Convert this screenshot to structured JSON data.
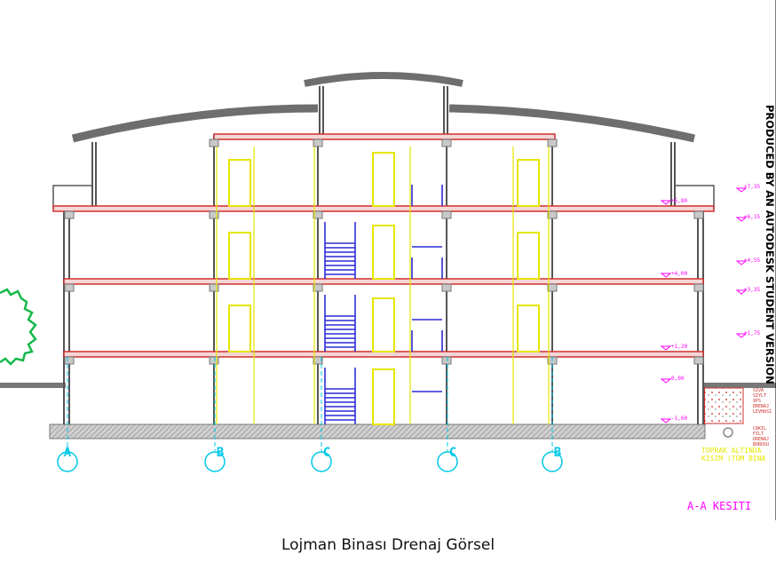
{
  "watermark": "PRODUCED BY AN AUTODESK STUDENT VERSION",
  "section_title": "A-A KESITI",
  "caption": "Lojman Binası Drenaj Görsel",
  "grid_axes": [
    "A",
    "B",
    "C",
    "C",
    "B"
  ],
  "level_labels_left": [
    "+6,80",
    "+4,00",
    "+1,20",
    "0,00",
    "-1,60"
  ],
  "level_labels_right": [
    "+7,35",
    "+6,15",
    "+4,55",
    "+3,35",
    "+1,75"
  ],
  "drain_labels_upper": [
    "SIVA",
    "SIYLT",
    "XPS",
    "DRENAJ",
    "LEVHASI"
  ],
  "drain_labels_lower": [
    "CAKIL",
    "FILT",
    "DRENAJ",
    "BORUSU"
  ],
  "note_lines": [
    "TOPRAK ALTINDA",
    "KISIM (TÜM BINA"
  ],
  "colors": {
    "roof": "#6e6e6e",
    "wall": "#555555",
    "slab": "#d0302e",
    "door": "#e6e600",
    "stair": "#2b2bd6",
    "axis": "#00c8e6",
    "label": "#ff00ff",
    "note": "#e6e600",
    "tree": "#16b84a"
  }
}
